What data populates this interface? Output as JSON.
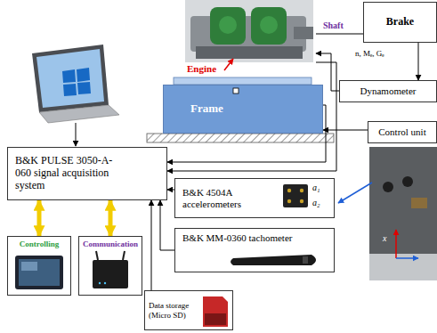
{
  "diagram": {
    "nodes": [
      {
        "text": [
          "Engine"
        ]
      },
      {
        "text": [
          "Frame"
        ]
      },
      {
        "text": [
          "Brake"
        ]
      },
      {
        "text": [
          "Dynamometer"
        ]
      },
      {
        "text": [
          "Control unit"
        ]
      },
      {
        "text": [
          "B&K PULSE 3050-A-060 signal acquisition system"
        ]
      },
      {
        "text": [
          "Controlling"
        ]
      },
      {
        "text": [
          "Communication"
        ]
      },
      {
        "text": [
          "Data storage (Micro SD)"
        ]
      },
      {
        "text": [
          "B&K 4504A accelerometers"
        ]
      },
      {
        "text": [
          "B&K MM-0360 tachometer"
        ]
      }
    ],
    "edges": [
      {
        "from": 0,
        "to": 2,
        "label": "Shaft",
        "arrow": "none"
      },
      {
        "from": 2,
        "to": 3,
        "label": "n, Mₑ, Gₑ",
        "arrow": "to"
      },
      {
        "from": 3,
        "to": 0,
        "arrow": "to"
      },
      {
        "from": 4,
        "to": 1,
        "arrow": "to"
      },
      {
        "from": 1,
        "to": 5,
        "arrow": "to"
      },
      {
        "from": 0,
        "to": 5,
        "arrow": "to"
      },
      {
        "from": 9,
        "to": 5,
        "arrow": "to"
      },
      {
        "from": 10,
        "to": 5,
        "arrow": "to"
      },
      {
        "from": 8,
        "to": 5,
        "arrow": "to"
      },
      {
        "from": 5,
        "to": 6,
        "arrow": "both"
      },
      {
        "from": 5,
        "to": 7,
        "arrow": "both"
      }
    ],
    "labels": [
      "a₁",
      "a₂",
      "x"
    ]
  }
}
